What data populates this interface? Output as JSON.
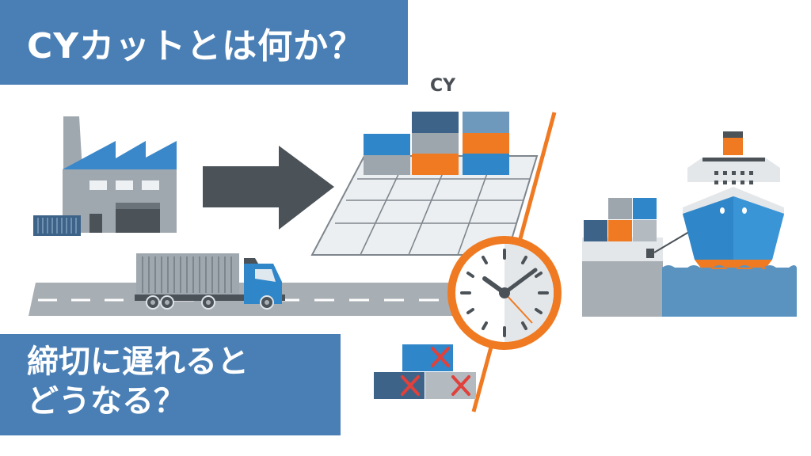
{
  "title": "CYカットとは何か？",
  "subtitle": {
    "line1": "締切に遅れると",
    "line2": "どうなる？"
  },
  "cy_label": "CY",
  "colors": {
    "banner_blue": "#4a7fb5",
    "accent_orange": "#ef7a22",
    "container_blue": "#2f86c8",
    "container_navy": "#3d6388",
    "container_gray": "#9ea6ad",
    "dark_gray": "#4b5258",
    "road_gray": "#a7aeb4",
    "water_blue": "#5b93c0",
    "cross_red": "#e0413a"
  },
  "icons": [
    "factory-icon",
    "arrow-right-icon",
    "truck-icon",
    "container-yard-icon",
    "clock-icon",
    "ship-icon",
    "rejected-containers-icon"
  ]
}
